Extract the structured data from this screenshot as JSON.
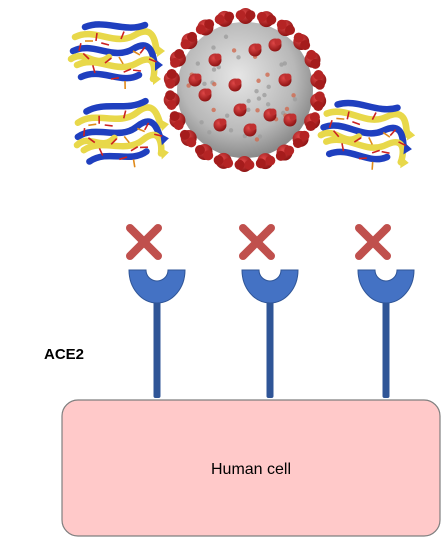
{
  "diagram": {
    "receptor_label": "ACE2",
    "cell_label": "Human cell",
    "receptor_count": 3,
    "blocked_count": 3,
    "colors": {
      "receptor": "#2f5597",
      "receptor_cup": "#4472c4",
      "block_mark": "#c0504d",
      "cell_fill": "#ffc9c9",
      "cell_stroke": "#7f7f7f",
      "virus_spike": "#b22222",
      "virus_body": "#c8c8c8",
      "antibody_sheet_yellow": "#e8d84a",
      "antibody_sheet_blue": "#1f3fbf",
      "antibody_sidechain": "#cc2222"
    },
    "icons": {
      "virus": "coronavirus-particle",
      "antibody": "protein-ribbon-structure",
      "block": "x-mark"
    }
  }
}
